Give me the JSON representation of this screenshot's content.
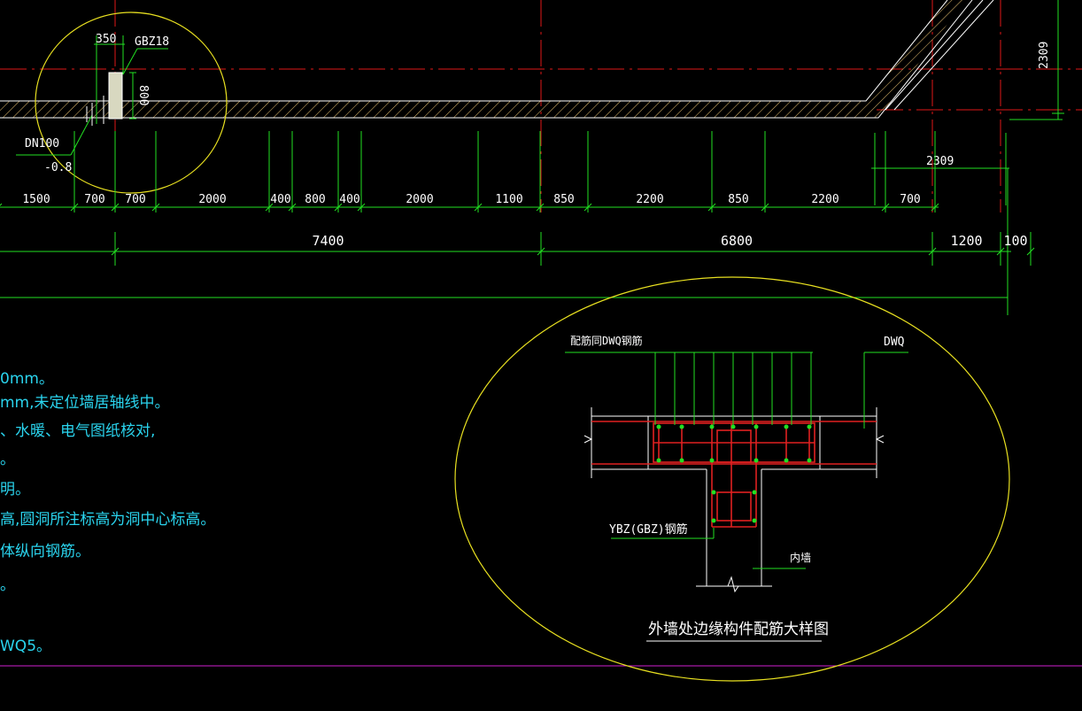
{
  "colors": {
    "background": "#000000",
    "dimension": "#22e022",
    "axis": "#e01818",
    "wall": "#ffffff",
    "hatch": "#e8c070",
    "ellipse": "#e8e020",
    "note": "#2ad4ee",
    "rebar": "#e02020",
    "bottom_border": "#d020d0"
  },
  "top_detail": {
    "dim_350": "350",
    "column_tag": "GBZ18",
    "dim_800": "800",
    "pipe_label": "DN100",
    "elevation_label": "-0.8"
  },
  "right_dims": {
    "vertical_2309": "2309",
    "horizontal_2309": "2309"
  },
  "dimension_row_1": [
    "1500",
    "700",
    "700",
    "2000",
    "400",
    "800",
    "400",
    "2000",
    "1100",
    "850",
    "2200",
    "850",
    "2200",
    "700"
  ],
  "dimension_row_2": [
    "7400",
    "6800",
    "1200",
    "100"
  ],
  "notes": [
    "0mm。",
    "mm,未定位墙居轴线中。",
    "、水暖、电气图纸核对,",
    "。",
    "明。",
    "高,圆洞所注标高为洞中心标高。",
    "体纵向钢筋。",
    "。",
    "WQ5。"
  ],
  "detail": {
    "label_left": "配筋同DWQ钢筋",
    "label_right": "DWQ",
    "label_column": "YBZ(GBZ)钢筋",
    "label_inner_wall": "内墙",
    "title": "外墙处边缘构件配筋大样图"
  }
}
